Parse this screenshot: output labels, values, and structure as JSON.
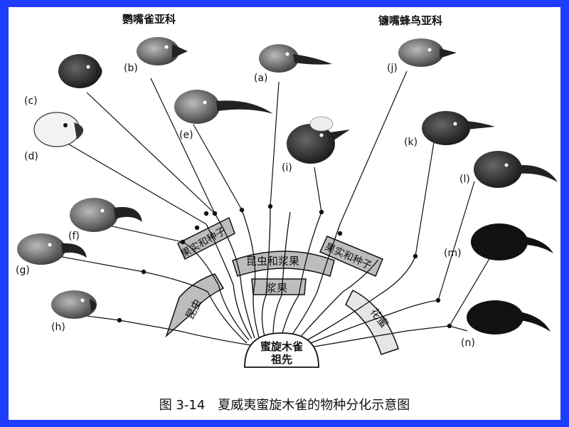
{
  "diagram": {
    "subfamily_left": "鹦嘴雀亚科",
    "subfamily_right": "镰嘴蜂鸟亚科",
    "ancestor": [
      "蜜旋木雀",
      "祖先"
    ],
    "food_labels": {
      "insects": "昆虫",
      "insects_seeds_left": "果实和种子",
      "insects_berries": "昆虫和浆果",
      "berries": "浆果",
      "fruits_seeds_right": "果实和种子",
      "nectar": "花蜜"
    },
    "species": [
      {
        "label": "(a)"
      },
      {
        "label": "(b)"
      },
      {
        "label": "(c)"
      },
      {
        "label": "(d)"
      },
      {
        "label": "(e)"
      },
      {
        "label": "(f)"
      },
      {
        "label": "(g)"
      },
      {
        "label": "(h)"
      },
      {
        "label": "(i)"
      },
      {
        "label": "(j)"
      },
      {
        "label": "(k)"
      },
      {
        "label": "(l)"
      },
      {
        "label": "(m)"
      },
      {
        "label": "(n)"
      }
    ],
    "caption": "图 3-14　夏威夷蜜旋木雀的物种分化示意图"
  },
  "colors": {
    "frame": "#1f3dff",
    "band": "#bdbdbd",
    "band_light": "#e6e6e6",
    "ink": "#111111"
  }
}
